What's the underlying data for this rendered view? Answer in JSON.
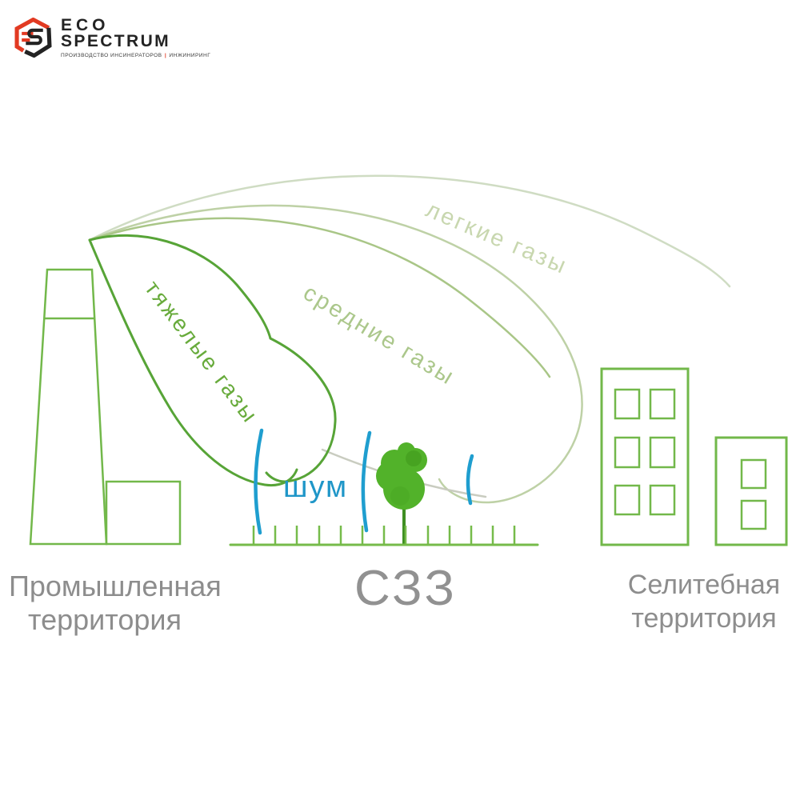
{
  "logo": {
    "name_line1": "ECO",
    "name_line2": "SPECTRUM",
    "tagline_part1": "ПРОИЗВОДСТВО ИНСИНЕРАТОРОВ",
    "tagline_separator": "|",
    "tagline_part2": "ИНЖИНИРИНГ",
    "mark_red": "#e23a22",
    "mark_black": "#232323"
  },
  "diagram": {
    "plume_labels": {
      "heavy": "тяжелые газы",
      "medium": "средние газы",
      "light": "легкие газы"
    },
    "noise_label": "шум",
    "zone_labels": {
      "industrial_line1": "Промышленная",
      "industrial_line2": "территория",
      "buffer_zone": "СЗЗ",
      "residential_line1": "Селитебная",
      "residential_line2": "территория"
    },
    "colors": {
      "heavy_gas_green": "#57a437",
      "medium_gas_green": "#a9c687",
      "light_gas_green": "#cfdcc3",
      "structure_green": "#72b84a",
      "noise_blue": "#1f9ecf",
      "tree_green": "#52b22a",
      "zone_text_gray": "#8d8d8d"
    }
  }
}
